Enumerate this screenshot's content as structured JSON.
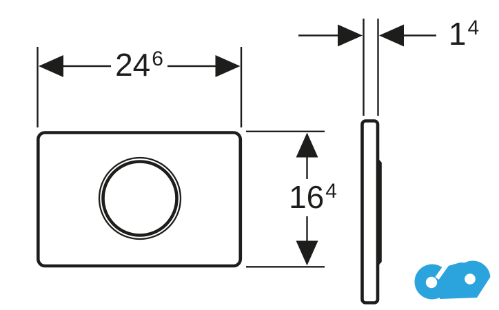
{
  "drawing": {
    "type": "technical-dimension-drawing",
    "subject": "flush-plate",
    "views": {
      "front": "front view with circular actuator button",
      "side": "side profile with raised back section"
    },
    "dimensions": {
      "width": {
        "main": "24",
        "sup": "6"
      },
      "height": {
        "main": "16",
        "sup": "4"
      },
      "thickness": {
        "main": "1",
        "sup": "4"
      }
    }
  },
  "logo": {
    "name": "infinity-logo"
  },
  "colors": {
    "line": "#1d1d1b",
    "logo": "#2ba3dc",
    "background": "#ffffff"
  }
}
